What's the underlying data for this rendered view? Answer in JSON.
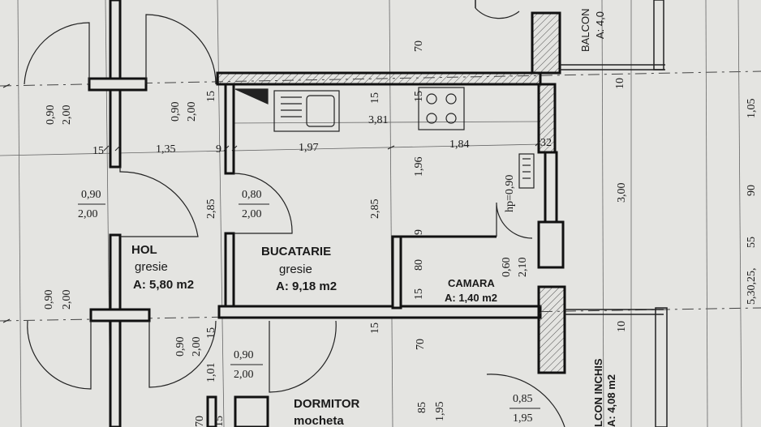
{
  "rooms": {
    "hol": {
      "name": "HOL",
      "floor": "gresie",
      "area": "A: 5,80 m2"
    },
    "bucatarie": {
      "name": "BUCATARIE",
      "floor": "gresie",
      "area": "A: 9,18 m2"
    },
    "camara": {
      "name": "CAMARA",
      "area": "A: 1,40 m2"
    },
    "dormitor": {
      "name": "DORMITOR",
      "floor": "mocheta"
    },
    "balcon_top": {
      "name": "BALCON",
      "area": "A: 4,0"
    },
    "balcon_inchis": {
      "name": "LCON INCHIS",
      "area": "A: 4,08 m2"
    }
  },
  "doors": {
    "top_left": {
      "width": "0,90",
      "height": "2,00"
    },
    "top_mid": {
      "width": "0,90",
      "height": "2,00"
    },
    "hol_entry": {
      "width": "0,90",
      "height": "2,00"
    },
    "kitchen_door": {
      "width": "0,80",
      "height": "2,00"
    },
    "left_lower": {
      "width": "0,90",
      "height": "2,00"
    },
    "mid_lower": {
      "width": "0,90",
      "height": "2,00"
    },
    "dormitor_door": {
      "width": "0,90",
      "height": "2,00"
    },
    "camara_door": {
      "width": "0,60",
      "height": "2,10"
    },
    "camara_vent": {
      "label": "hp=0,90"
    },
    "balcon_door": {
      "width": "0,85",
      "height": "1,95"
    }
  },
  "dimensions": {
    "d15_left": "15",
    "d135": "1,35",
    "d9_top": "9",
    "d197": "1,97",
    "d184": "1,84",
    "d32": "32",
    "d381": "3,81",
    "d15_k1": "15",
    "d15_k2": "15",
    "d15_top": "15",
    "d70_top": "70",
    "d196": "1,96",
    "d285_left": "2,85",
    "d285_mid": "2,85",
    "d9_mid": "9",
    "d80": "80",
    "d15_mid": "15",
    "d15_low": "15",
    "d70_low": "70",
    "d15_lowmid": "15",
    "d85": "85",
    "d195": "1,95",
    "d101": "1,01",
    "d15_lowleft": "15",
    "d70_bottom": "70",
    "d10_top": "10",
    "d10_low": "10",
    "d300": "3,00",
    "d105": "1,05",
    "d90": "90",
    "d55": "55",
    "d25": "5,30,25,"
  }
}
